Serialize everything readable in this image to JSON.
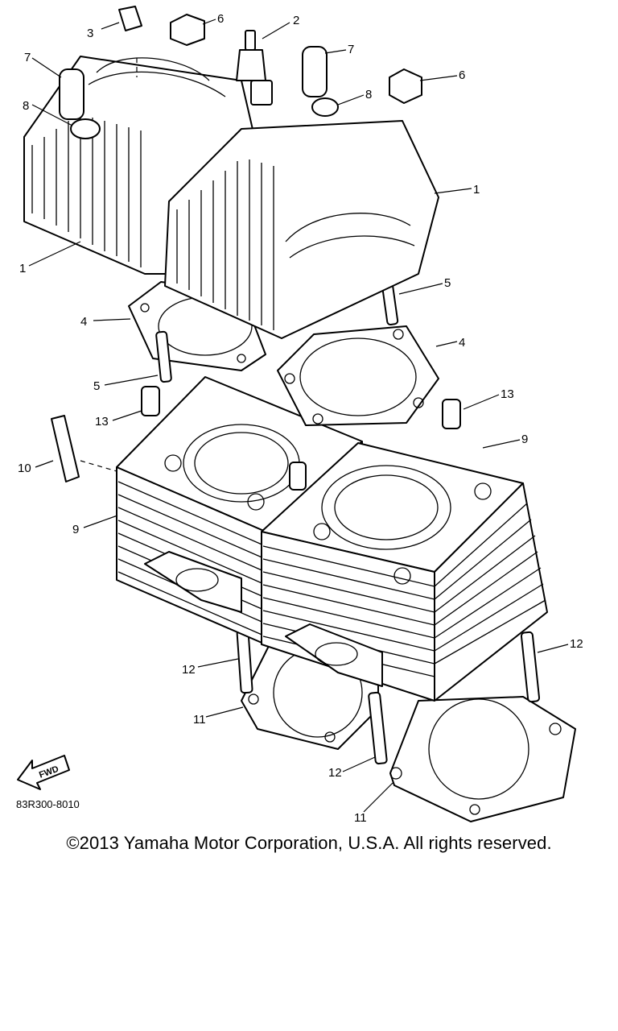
{
  "diagram": {
    "part_labels": [
      {
        "id": "l3",
        "text": "3"
      },
      {
        "id": "l6a",
        "text": "6"
      },
      {
        "id": "l2",
        "text": "2"
      },
      {
        "id": "l7a",
        "text": "7"
      },
      {
        "id": "l7b",
        "text": "7"
      },
      {
        "id": "l6b",
        "text": "6"
      },
      {
        "id": "l8a",
        "text": "8"
      },
      {
        "id": "l8b",
        "text": "8"
      },
      {
        "id": "l1a",
        "text": "1"
      },
      {
        "id": "l1b",
        "text": "1"
      },
      {
        "id": "l5a",
        "text": "5"
      },
      {
        "id": "l4a",
        "text": "4"
      },
      {
        "id": "l4b",
        "text": "4"
      },
      {
        "id": "l5b",
        "text": "5"
      },
      {
        "id": "l13a",
        "text": "13"
      },
      {
        "id": "l13b",
        "text": "13"
      },
      {
        "id": "l9a",
        "text": "9"
      },
      {
        "id": "l10",
        "text": "10"
      },
      {
        "id": "l9b",
        "text": "9"
      },
      {
        "id": "l12a",
        "text": "12"
      },
      {
        "id": "l12b",
        "text": "12"
      },
      {
        "id": "l11a",
        "text": "11"
      },
      {
        "id": "l12c",
        "text": "12"
      },
      {
        "id": "l11b",
        "text": "11"
      }
    ],
    "fwd_label": "FWD",
    "drawing_code": "83R300-8010"
  },
  "footer": {
    "copyright": "©2013 Yamaha Motor Corporation, U.S.A. All rights reserved."
  }
}
